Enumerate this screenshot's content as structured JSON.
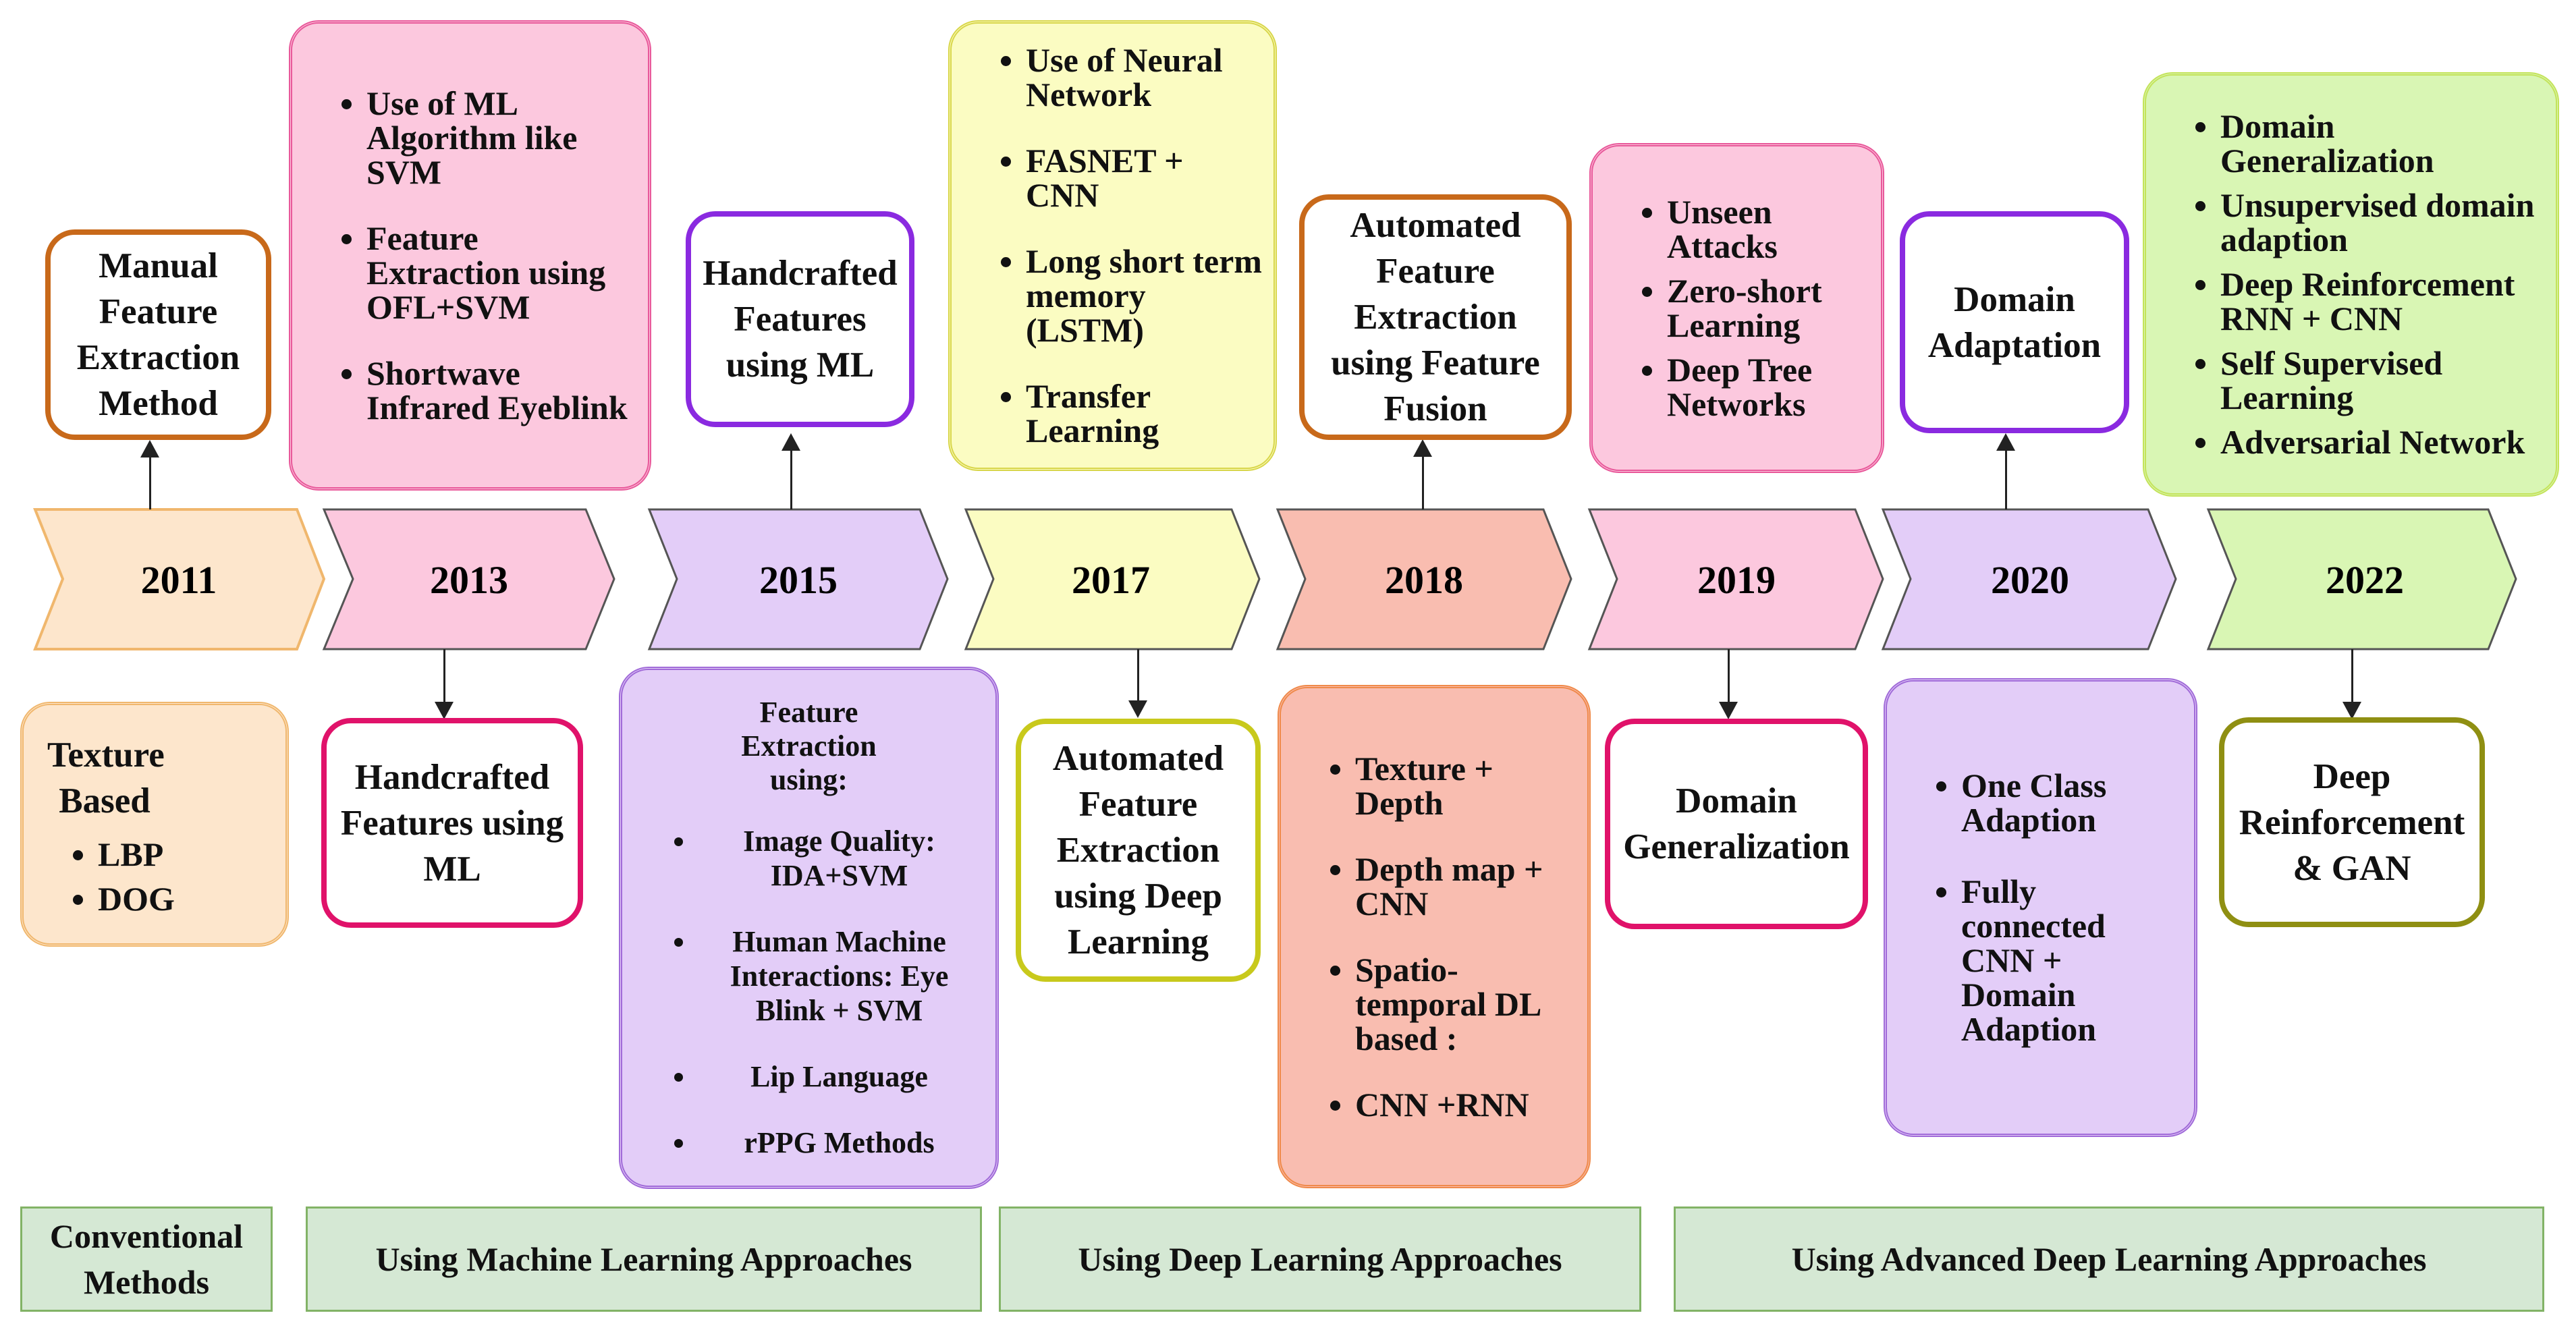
{
  "years": [
    "2011",
    "2013",
    "2015",
    "2017",
    "2018",
    "2019",
    "2020",
    "2022"
  ],
  "above": {
    "y2011": "Manual Feature Extraction Method",
    "y2013": [
      "Use of ML Algorithm like SVM",
      "Feature Extraction using OFL+SVM",
      "Shortwave Infrared Eyeblink"
    ],
    "y2015": "Handcrafted Features using ML",
    "y2017": [
      "Use of Neural Network",
      "FASNET + CNN",
      "Long short term  memory (LSTM)",
      "Transfer Learning"
    ],
    "y2018": "Automated Feature Extraction using Feature Fusion",
    "y2019": [
      "Unseen Attacks",
      "Zero-short Learning",
      "Deep Tree Networks"
    ],
    "y2020": "Domain Adaptation",
    "y2022": [
      "Domain Generalization",
      "Unsupervised domain adaption",
      "Deep Reinforcement RNN + CNN",
      "Self Supervised Learning",
      "Adversarial Network"
    ]
  },
  "below": {
    "y2011": {
      "title": "Texture Based",
      "items": [
        "LBP",
        "DOG"
      ]
    },
    "y2013": "Handcrafted Features using ML",
    "y2015": {
      "title": "Feature Extraction using:",
      "items": [
        "Image Quality: IDA+SVM",
        "Human Machine Interactions: Eye Blink + SVM",
        "Lip Language",
        "rPPG Methods"
      ]
    },
    "y2017": "Automated Feature Extraction using Deep Learning",
    "y2018": [
      "Texture + Depth",
      "Depth map + CNN",
      "Spatio-temporal DL based :",
      "CNN +RNN"
    ],
    "y2019": "Domain Generalization",
    "y2020": [
      "One Class Adaption",
      "Fully connected CNN + Domain Adaption"
    ],
    "y2022": "Deep Reinforcement & GAN"
  },
  "categories": [
    "Conventional Methods",
    "Using Machine Learning Approaches",
    "Using Deep Learning Approaches",
    "Using Advanced Deep Learning Approaches"
  ],
  "colors": {
    "orange_fill": "#fde6cc",
    "orange_border": "#f0b76d",
    "orange_stroke": "#c8691a",
    "pink_fill": "#fcc8de",
    "pink_border": "#e8589a",
    "pink_stroke": "#e0126a",
    "purple_fill": "#e3cdf8",
    "purple_border": "#a06ad8",
    "purple_stroke": "#8a2ae0",
    "yellow_fill": "#fbfcc2",
    "yellow_border": "#d8d64a",
    "yellow_stroke": "#c8c91c",
    "salmon_fill": "#f9bdb0",
    "salmon_border": "#ef8a4a",
    "green_fill": "#d9f6b4",
    "green_border": "#c4e35a",
    "olive_stroke": "#8f8f12",
    "band_fill": "#d5e8d4",
    "band_border": "#82b366"
  }
}
